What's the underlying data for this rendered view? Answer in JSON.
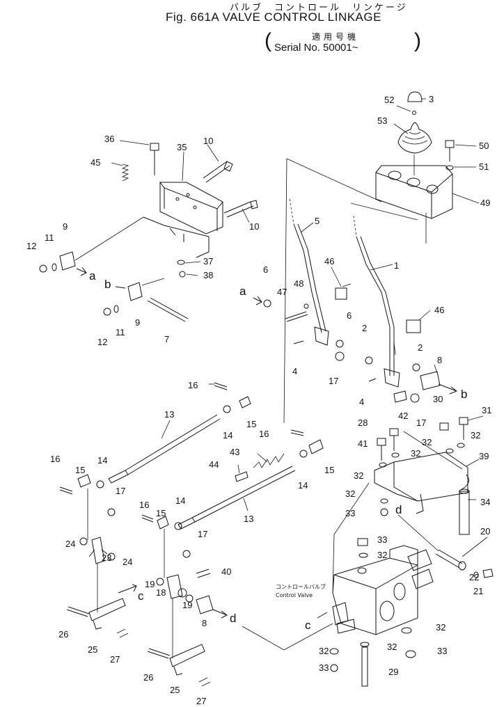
{
  "header": {
    "title_jp": "バルブ　コントロール　リンケージ",
    "title": "Fig. 661A  VALVE CONTROL LINKAGE",
    "serial_jp": "適用号機",
    "serial": "Serial No. 50001~",
    "paren_open": "(",
    "paren_close": ")"
  },
  "valve_label_jp": "コントロールバルブ",
  "valve_label": "Control Valve",
  "connectors": {
    "a1": "a",
    "a2": "a",
    "b1": "b",
    "b2": "b",
    "c1": "c",
    "c2": "c",
    "d1": "d",
    "d2": "d"
  },
  "part_numbers": {
    "p52": "52",
    "p3": "3",
    "p53": "53",
    "p36": "36",
    "p35": "35",
    "p10a": "10",
    "p50": "50",
    "p51": "51",
    "p45": "45",
    "p49": "49",
    "p5": "5",
    "p10b": "10",
    "p9a": "9",
    "p12a": "12",
    "p11a": "11",
    "p37": "37",
    "p38": "38",
    "p1": "1",
    "p6a": "6",
    "p46a": "46",
    "p47": "47",
    "p48": "48",
    "p9b": "9",
    "p12b": "12",
    "p11b": "11",
    "p7": "7",
    "p6b": "6",
    "p46b": "46",
    "p2a": "2",
    "p2b": "2",
    "p8a": "8",
    "p4a": "4",
    "p17a": "17",
    "p4b": "4",
    "p16a": "16",
    "p42": "42",
    "p17b": "17",
    "p30": "30",
    "p31": "31",
    "p13a": "13",
    "p15a": "15",
    "p16b": "16",
    "p28": "28",
    "p14a": "14",
    "p41": "41",
    "p32a": "32",
    "p32b": "32",
    "p32c": "32",
    "p39": "39",
    "p16c": "16",
    "p14b": "14",
    "p43": "43",
    "p15b": "15",
    "p32d": "32",
    "p44": "44",
    "p14c": "14",
    "p15c": "15",
    "p17c": "17",
    "p32e": "32",
    "p33a": "33",
    "p34": "34",
    "p13b": "13",
    "p16d": "16",
    "p14d": "14",
    "p15d": "15",
    "p20": "20",
    "p17d": "17",
    "p33b": "33",
    "p32f": "32",
    "p24a": "24",
    "p23": "23",
    "p24b": "24",
    "p40": "40",
    "p22": "22",
    "p21": "21",
    "p19a": "19",
    "p18": "18",
    "p19b": "19",
    "p26a": "26",
    "p8b": "8",
    "p32g": "32",
    "p25a": "25",
    "p27a": "27",
    "p32h": "32",
    "p32i": "32",
    "p33c": "33",
    "p26b": "26",
    "p33d": "33",
    "p29": "29",
    "p25b": "25",
    "p27b": "27"
  }
}
